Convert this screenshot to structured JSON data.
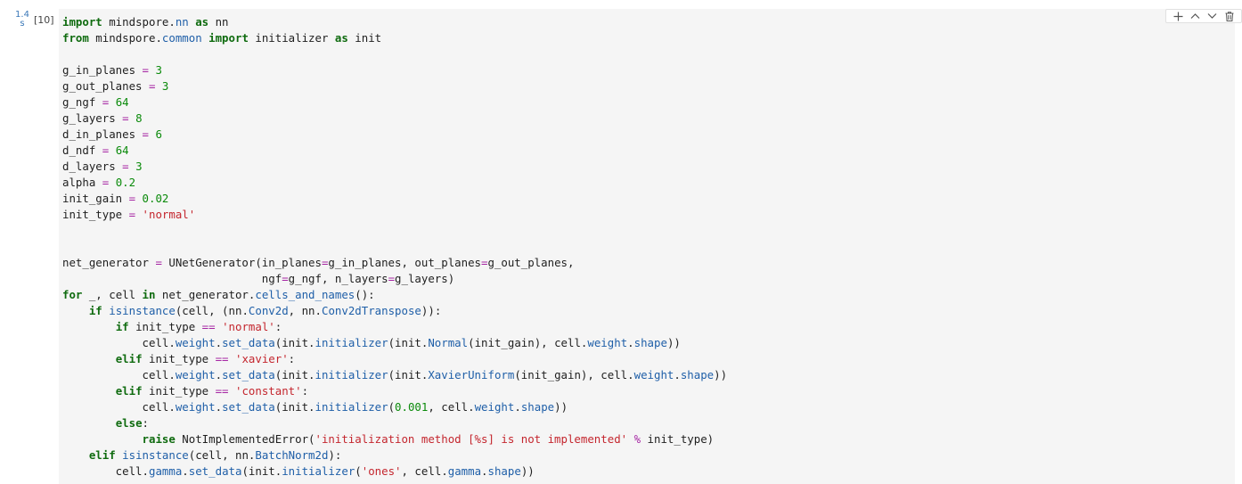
{
  "cell": {
    "exec_time_value": "1.4",
    "exec_time_unit": "s",
    "exec_count": "[10]"
  },
  "toolbar": {
    "add_icon": "plus-icon",
    "move_up_icon": "chevron-up-icon",
    "move_down_icon": "chevron-down-icon",
    "delete_icon": "trash-icon"
  },
  "colors": {
    "keyword": "#0f6b0f",
    "number": "#0a8a0a",
    "string": "#c4262e",
    "operator": "#a626a4",
    "attribute": "#1f5fa8",
    "cell_background": "#f5f5f5"
  },
  "code_lines": [
    [
      [
        "kw",
        "import"
      ],
      [
        "t",
        " mindspore."
      ],
      [
        "attr",
        "nn"
      ],
      [
        "t",
        " "
      ],
      [
        "kw",
        "as"
      ],
      [
        "t",
        " nn"
      ]
    ],
    [
      [
        "kw",
        "from"
      ],
      [
        "t",
        " mindspore."
      ],
      [
        "attr",
        "common"
      ],
      [
        "t",
        " "
      ],
      [
        "kw",
        "import"
      ],
      [
        "t",
        " initializer "
      ],
      [
        "kw",
        "as"
      ],
      [
        "t",
        " init"
      ]
    ],
    [],
    [
      [
        "t",
        "g_in_planes "
      ],
      [
        "op",
        "="
      ],
      [
        "t",
        " "
      ],
      [
        "num",
        "3"
      ]
    ],
    [
      [
        "t",
        "g_out_planes "
      ],
      [
        "op",
        "="
      ],
      [
        "t",
        " "
      ],
      [
        "num",
        "3"
      ]
    ],
    [
      [
        "t",
        "g_ngf "
      ],
      [
        "op",
        "="
      ],
      [
        "t",
        " "
      ],
      [
        "num",
        "64"
      ]
    ],
    [
      [
        "t",
        "g_layers "
      ],
      [
        "op",
        "="
      ],
      [
        "t",
        " "
      ],
      [
        "num",
        "8"
      ]
    ],
    [
      [
        "t",
        "d_in_planes "
      ],
      [
        "op",
        "="
      ],
      [
        "t",
        " "
      ],
      [
        "num",
        "6"
      ]
    ],
    [
      [
        "t",
        "d_ndf "
      ],
      [
        "op",
        "="
      ],
      [
        "t",
        " "
      ],
      [
        "num",
        "64"
      ]
    ],
    [
      [
        "t",
        "d_layers "
      ],
      [
        "op",
        "="
      ],
      [
        "t",
        " "
      ],
      [
        "num",
        "3"
      ]
    ],
    [
      [
        "t",
        "alpha "
      ],
      [
        "op",
        "="
      ],
      [
        "t",
        " "
      ],
      [
        "num",
        "0.2"
      ]
    ],
    [
      [
        "t",
        "init_gain "
      ],
      [
        "op",
        "="
      ],
      [
        "t",
        " "
      ],
      [
        "num",
        "0.02"
      ]
    ],
    [
      [
        "t",
        "init_type "
      ],
      [
        "op",
        "="
      ],
      [
        "t",
        " "
      ],
      [
        "str",
        "'normal'"
      ]
    ],
    [],
    [],
    [
      [
        "t",
        "net_generator "
      ],
      [
        "op",
        "="
      ],
      [
        "t",
        " UNetGenerator(in_planes"
      ],
      [
        "op",
        "="
      ],
      [
        "t",
        "g_in_planes, out_planes"
      ],
      [
        "op",
        "="
      ],
      [
        "t",
        "g_out_planes,"
      ]
    ],
    [
      [
        "t",
        "                              ngf"
      ],
      [
        "op",
        "="
      ],
      [
        "t",
        "g_ngf, n_layers"
      ],
      [
        "op",
        "="
      ],
      [
        "t",
        "g_layers)"
      ]
    ],
    [
      [
        "kw",
        "for"
      ],
      [
        "t",
        " _, cell "
      ],
      [
        "kw",
        "in"
      ],
      [
        "t",
        " net_generator."
      ],
      [
        "attr",
        "cells_and_names"
      ],
      [
        "t",
        "():"
      ]
    ],
    [
      [
        "t",
        "    "
      ],
      [
        "kw",
        "if"
      ],
      [
        "t",
        " "
      ],
      [
        "attr",
        "isinstance"
      ],
      [
        "t",
        "(cell, (nn."
      ],
      [
        "attr",
        "Conv2d"
      ],
      [
        "t",
        ", nn."
      ],
      [
        "attr",
        "Conv2dTranspose"
      ],
      [
        "t",
        "))"
      ],
      [
        "t",
        ":"
      ]
    ],
    [
      [
        "t",
        "        "
      ],
      [
        "kw",
        "if"
      ],
      [
        "t",
        " init_type "
      ],
      [
        "op",
        "=="
      ],
      [
        "t",
        " "
      ],
      [
        "str",
        "'normal'"
      ],
      [
        "t",
        ":"
      ]
    ],
    [
      [
        "t",
        "            cell."
      ],
      [
        "attr",
        "weight"
      ],
      [
        "t",
        "."
      ],
      [
        "attr",
        "set_data"
      ],
      [
        "t",
        "(init."
      ],
      [
        "attr",
        "initializer"
      ],
      [
        "t",
        "(init."
      ],
      [
        "attr",
        "Normal"
      ],
      [
        "t",
        "(init_gain), cell."
      ],
      [
        "attr",
        "weight"
      ],
      [
        "t",
        "."
      ],
      [
        "attr",
        "shape"
      ],
      [
        "t",
        "))"
      ]
    ],
    [
      [
        "t",
        "        "
      ],
      [
        "kw",
        "elif"
      ],
      [
        "t",
        " init_type "
      ],
      [
        "op",
        "=="
      ],
      [
        "t",
        " "
      ],
      [
        "str",
        "'xavier'"
      ],
      [
        "t",
        ":"
      ]
    ],
    [
      [
        "t",
        "            cell."
      ],
      [
        "attr",
        "weight"
      ],
      [
        "t",
        "."
      ],
      [
        "attr",
        "set_data"
      ],
      [
        "t",
        "(init."
      ],
      [
        "attr",
        "initializer"
      ],
      [
        "t",
        "(init."
      ],
      [
        "attr",
        "XavierUniform"
      ],
      [
        "t",
        "(init_gain), cell."
      ],
      [
        "attr",
        "weight"
      ],
      [
        "t",
        "."
      ],
      [
        "attr",
        "shape"
      ],
      [
        "t",
        "))"
      ]
    ],
    [
      [
        "t",
        "        "
      ],
      [
        "kw",
        "elif"
      ],
      [
        "t",
        " init_type "
      ],
      [
        "op",
        "=="
      ],
      [
        "t",
        " "
      ],
      [
        "str",
        "'constant'"
      ],
      [
        "t",
        ":"
      ]
    ],
    [
      [
        "t",
        "            cell."
      ],
      [
        "attr",
        "weight"
      ],
      [
        "t",
        "."
      ],
      [
        "attr",
        "set_data"
      ],
      [
        "t",
        "(init."
      ],
      [
        "attr",
        "initializer"
      ],
      [
        "t",
        "("
      ],
      [
        "num",
        "0.001"
      ],
      [
        "t",
        ", cell."
      ],
      [
        "attr",
        "weight"
      ],
      [
        "t",
        "."
      ],
      [
        "attr",
        "shape"
      ],
      [
        "t",
        "))"
      ]
    ],
    [
      [
        "t",
        "        "
      ],
      [
        "kw",
        "else"
      ],
      [
        "t",
        ":"
      ]
    ],
    [
      [
        "t",
        "            "
      ],
      [
        "kw",
        "raise"
      ],
      [
        "t",
        " NotImplementedError("
      ],
      [
        "str",
        "'initialization method [%s] is not implemented'"
      ],
      [
        "t",
        " "
      ],
      [
        "op",
        "%"
      ],
      [
        "t",
        " init_type)"
      ]
    ],
    [
      [
        "t",
        "    "
      ],
      [
        "kw",
        "elif"
      ],
      [
        "t",
        " "
      ],
      [
        "attr",
        "isinstance"
      ],
      [
        "t",
        "(cell, nn."
      ],
      [
        "attr",
        "BatchNorm2d"
      ],
      [
        "t",
        "):"
      ]
    ],
    [
      [
        "t",
        "        cell."
      ],
      [
        "attr",
        "gamma"
      ],
      [
        "t",
        "."
      ],
      [
        "attr",
        "set_data"
      ],
      [
        "t",
        "(init."
      ],
      [
        "attr",
        "initializer"
      ],
      [
        "t",
        "("
      ],
      [
        "str",
        "'ones'"
      ],
      [
        "t",
        ", cell."
      ],
      [
        "attr",
        "gamma"
      ],
      [
        "t",
        "."
      ],
      [
        "attr",
        "shape"
      ],
      [
        "t",
        "))"
      ]
    ]
  ]
}
